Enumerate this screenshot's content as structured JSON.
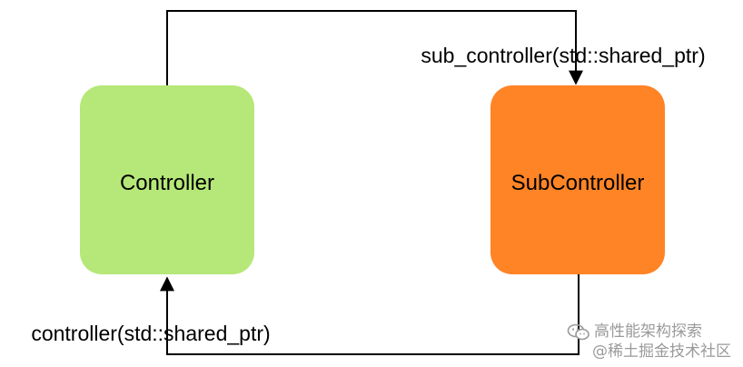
{
  "nodes": {
    "controller": {
      "label": "Controller",
      "fill": "#b5e878"
    },
    "subcontroller": {
      "label": "SubController",
      "fill": "#ff8426"
    }
  },
  "edges": {
    "to_sub": {
      "label": "sub_controller(std::shared_ptr)"
    },
    "to_controller": {
      "label": "controller(std::shared_ptr)"
    }
  },
  "colors": {
    "stroke": "#000000",
    "background": "#ffffff",
    "watermark": "#9a9a9a"
  },
  "watermark": {
    "icon": "wechat-icon",
    "line1": "高性能架构探索",
    "line2": "@稀土掘金技术社区"
  }
}
